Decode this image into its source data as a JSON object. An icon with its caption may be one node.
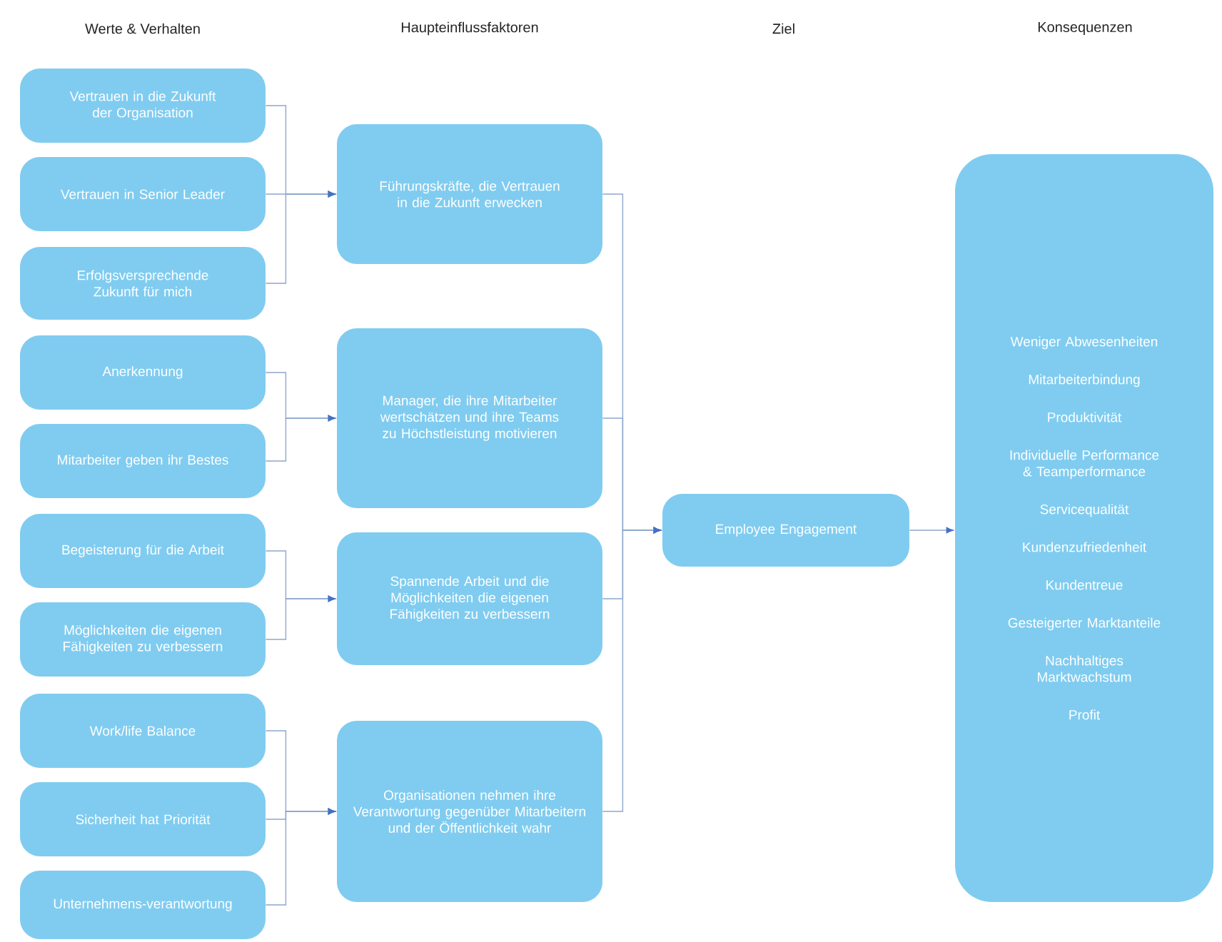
{
  "diagram": {
    "nodes": [
      {
        "text": [
          "Vertrauen in die Zukunft der Organisation"
        ]
      },
      {
        "text": [
          "Vertrauen in Senior Leader"
        ]
      },
      {
        "text": [
          "Erfolgsversprechende Zukunft für mich"
        ]
      },
      {
        "text": [
          "Anerkennung"
        ]
      },
      {
        "text": [
          "Mitarbeiter geben ihr Bestes"
        ]
      },
      {
        "text": [
          "Begeisterung für die Arbeit"
        ]
      },
      {
        "text": [
          "Möglichkeiten die eigenen Fähigkeiten zu verbessern"
        ]
      },
      {
        "text": [
          "Work/life Balance"
        ]
      },
      {
        "text": [
          "Sicherheit hat Priorität"
        ]
      },
      {
        "text": [
          "Unternehmens-verantwortung"
        ]
      },
      {
        "text": [
          "Führungskräfte, die Vertrauen in die Zukunft erwecken"
        ]
      },
      {
        "text": [
          "Manager, die ihre Mitarbeiter wertschätzen und ihre Teams zu Höchstleistung motivieren"
        ]
      },
      {
        "text": [
          "Spannende Arbeit und die Möglichkeiten die eigenen Fähigkeiten zu verbessern"
        ]
      },
      {
        "text": [
          "Organisationen nehmen ihre Verantwortung gegenüber Mitarbeitern und der Öffentlichkeit wahr"
        ]
      },
      {
        "text": [
          "Employee Engagement"
        ]
      },
      {
        "text": [
          "Weniger Abwesenheiten",
          "Mitarbeiterbindung",
          "Produktivität",
          "Individuelle Performance & Teamperformance",
          "Servicequalität",
          "Kundenzufriedenheit",
          "Kundentreue",
          "Gesteigerter Marktanteile",
          "Nachhaltiges Marktwachstum",
          "Profit"
        ]
      }
    ],
    "edges": [
      {
        "from": 0,
        "to": 10,
        "arrow": "to"
      },
      {
        "from": 1,
        "to": 10,
        "arrow": "to"
      },
      {
        "from": 2,
        "to": 10,
        "arrow": "to"
      },
      {
        "from": 3,
        "to": 11,
        "arrow": "to"
      },
      {
        "from": 4,
        "to": 11,
        "arrow": "to"
      },
      {
        "from": 5,
        "to": 12,
        "arrow": "to"
      },
      {
        "from": 6,
        "to": 12,
        "arrow": "to"
      },
      {
        "from": 7,
        "to": 13,
        "arrow": "to"
      },
      {
        "from": 8,
        "to": 13,
        "arrow": "to"
      },
      {
        "from": 9,
        "to": 13,
        "arrow": "to"
      },
      {
        "from": 10,
        "to": 14,
        "arrow": "to"
      },
      {
        "from": 11,
        "to": 14,
        "arrow": "to"
      },
      {
        "from": 12,
        "to": 14,
        "arrow": "to"
      },
      {
        "from": 13,
        "to": 14,
        "arrow": "to"
      },
      {
        "from": 14,
        "to": 15,
        "arrow": "to"
      }
    ],
    "labels": [
      "Werte & Verhalten",
      "Haupteinflussfaktoren",
      "Ziel",
      "Konsequenzen"
    ]
  }
}
